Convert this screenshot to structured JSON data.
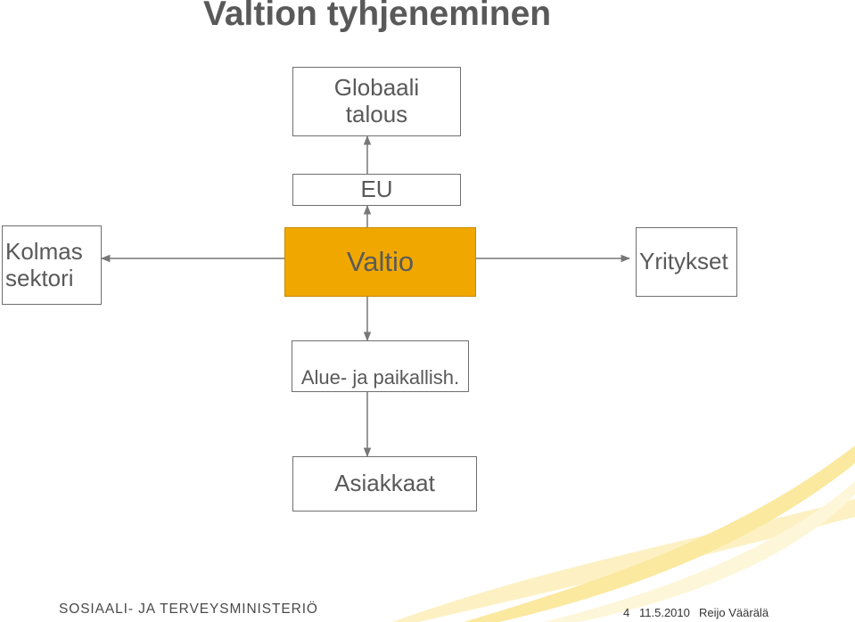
{
  "slide": {
    "title": "Valtion tyhjeneminen"
  },
  "nodes": {
    "globaali": "Globaali\ntalous",
    "eu": "EU",
    "valtio": "Valtio",
    "kolmas": "Kolmas\nsektori",
    "yritykset": "Yritykset",
    "alue": "Alue- ja paikallish.",
    "asiakkaat": "Asiakkaat"
  },
  "footer": {
    "logo_text": "SOSIAALI- JA TERVEYSMINISTERIÖ",
    "page_number": "4",
    "date": "11.5.2010",
    "author": "Reijo Väärälä"
  },
  "colors": {
    "valtio_fill": "#f0a800",
    "text": "#595959",
    "box_border": "#6f6f6f",
    "swoosh": "#fbe9a0"
  }
}
